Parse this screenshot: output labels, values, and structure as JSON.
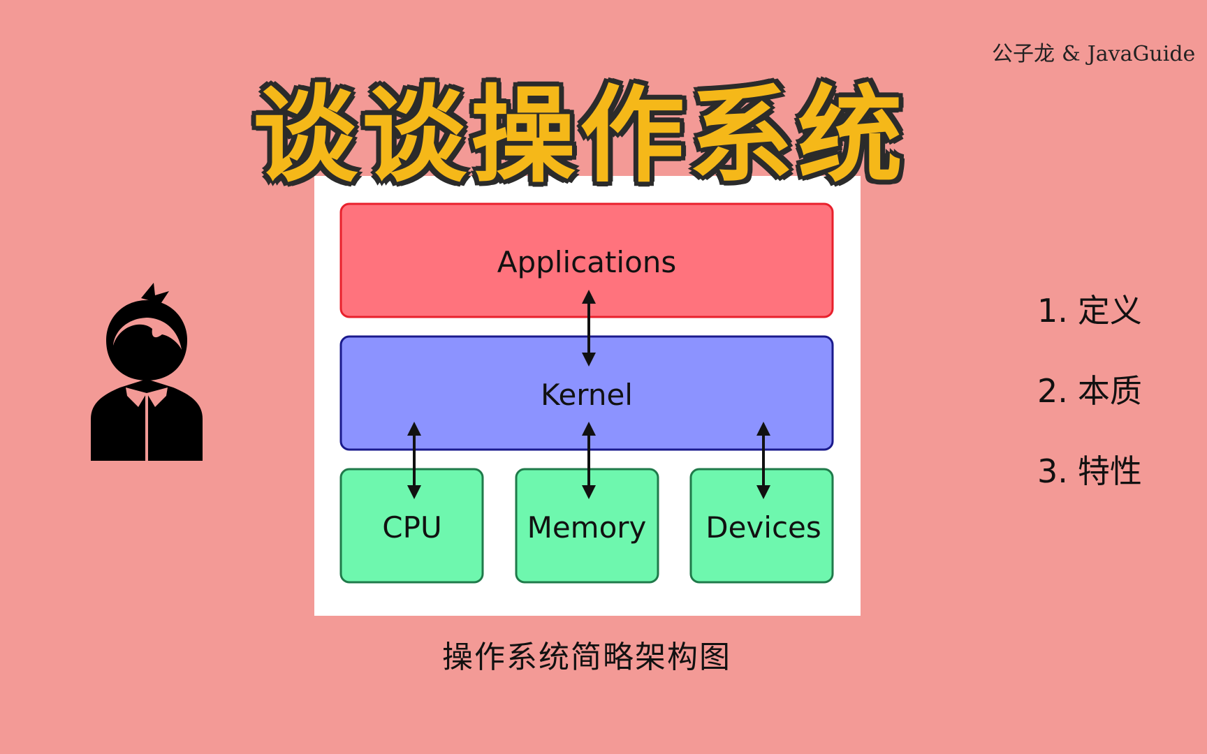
{
  "watermark": {
    "author": "公子龙",
    "separator": "&",
    "partner": "JavaGuide"
  },
  "title": "谈谈操作系统",
  "diagram": {
    "top": "Applications",
    "middle": "Kernel",
    "bottom": [
      "CPU",
      "Memory",
      "Devices"
    ]
  },
  "caption": "操作系统简略架构图",
  "outline": [
    {
      "number": "1.",
      "label": "定义"
    },
    {
      "number": "2.",
      "label": "本质"
    },
    {
      "number": "3.",
      "label": "特性"
    }
  ],
  "avatar_icon": "person-avatar-icon",
  "colors": {
    "background": "#f39a96",
    "title_fill": "#f5b819",
    "title_outline": "#2b2b2b",
    "applications": "#ff737d",
    "applications_border": "#e8202c",
    "kernel": "#8c93ff",
    "kernel_border": "#1a1a8c",
    "hardware": "#6ef7ae",
    "hardware_border": "#1f7a4a",
    "panel": "#ffffff"
  }
}
